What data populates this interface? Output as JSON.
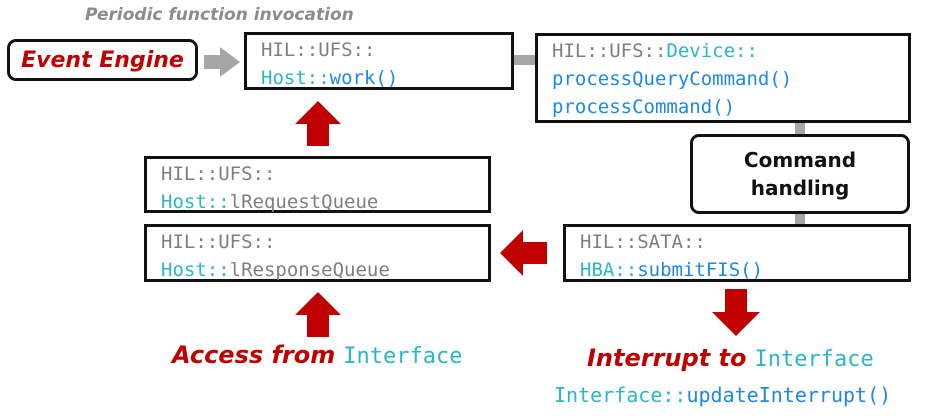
{
  "title": "Periodic function invocation",
  "event_engine": "Event Engine",
  "host_work": {
    "line1": "HIL::UFS::",
    "ns": "Host::",
    "fn": "work()"
  },
  "device": {
    "line1_a": "HIL::UFS::",
    "line1_b": "Device::",
    "fn1": "processQueryCommand()",
    "fn2": "processCommand()"
  },
  "command_handling": {
    "line1": "Command",
    "line2": "handling"
  },
  "request_queue": {
    "line1": "HIL::UFS::",
    "ns": "Host::",
    "name": "lRequestQueue"
  },
  "response_queue": {
    "line1": "HIL::UFS::",
    "ns": "Host::",
    "name": "lResponseQueue"
  },
  "hba": {
    "line1": "HIL::SATA::",
    "ns": "HBA::",
    "fn": "submitFIS()"
  },
  "access_from": {
    "label": "Access from",
    "target": "Interface"
  },
  "interrupt_to": {
    "label": "Interrupt to",
    "target": "Interface",
    "call_ns": "Interface::",
    "call_fn": "updateInterrupt()"
  },
  "colors": {
    "red": "#c00000",
    "gray_arrow": "#a6a6a6",
    "cyan": "#2bb6c9",
    "blue": "#1e88e5",
    "gray_text": "#7f7f7f"
  }
}
